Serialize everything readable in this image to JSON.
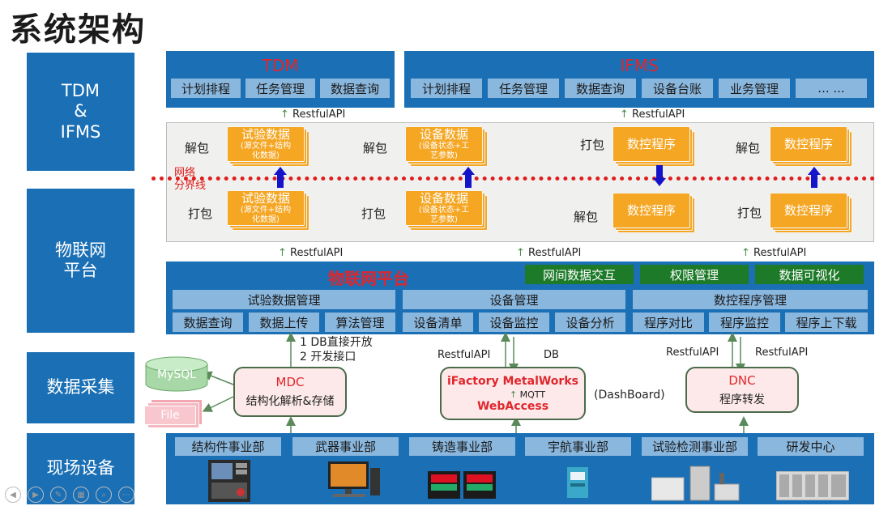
{
  "title": "系统架构",
  "layers": {
    "tdm_ifms": "TDM\n&\nIFMS",
    "iot": "物联网\n平台",
    "collect": "数据采集",
    "field": "现场设备"
  },
  "tdm": {
    "title": "TDM",
    "items": [
      "计划排程",
      "任务管理",
      "数据查询"
    ]
  },
  "ifms": {
    "title": "IFMS",
    "items": [
      "计划排程",
      "任务管理",
      "数据查询",
      "设备台账",
      "业务管理",
      "... ..."
    ]
  },
  "restful": "RestfulAPI",
  "network": {
    "label_line1": "网络",
    "label_line2": "分界线",
    "unpack": "解包",
    "pack": "打包",
    "test_data": "试验数据",
    "test_data_sub1": "(源文件+结构",
    "test_data_sub2": "化数据)",
    "device_data": "设备数据",
    "device_data_sub1": "(设备状态+工",
    "device_data_sub2": "艺参数)",
    "cnc_program": "数控程序"
  },
  "iot_platform": {
    "title": "物联网平台",
    "green": [
      "网间数据交互",
      "权限管理",
      "数据可视化"
    ],
    "groups": [
      {
        "title": "试验数据管理",
        "items": [
          "数据查询",
          "数据上传",
          "算法管理"
        ]
      },
      {
        "title": "设备管理",
        "items": [
          "设备清单",
          "设备监控",
          "设备分析"
        ]
      },
      {
        "title": "数控程序管理",
        "items": [
          "程序对比",
          "程序监控",
          "程序上下载"
        ]
      }
    ]
  },
  "collect": {
    "mysql": "MySQL",
    "file": "File",
    "db_note1": "1 DB直接开放",
    "db_note2": "2 开发接口",
    "db": "DB",
    "mqtt": "MQTT",
    "dashboard": "(DashBoard)",
    "mdc_title": "MDC",
    "mdc_sub": "结构化解析&存储",
    "ifactory_title": "iFactory MetalWorks",
    "ifactory_sub": "WebAccess",
    "dnc_title": "DNC",
    "dnc_sub": "程序转发"
  },
  "departments": [
    "结构件事业部",
    "武器事业部",
    "铸造事业部",
    "宇航事业部",
    "试验检测事业部",
    "研发中心"
  ],
  "colors": {
    "layer_blue": "#1a6fb5",
    "light_blue": "#8ab7de",
    "orange": "#f5a623",
    "red": "#e0262c",
    "green": "#1c7a28"
  }
}
